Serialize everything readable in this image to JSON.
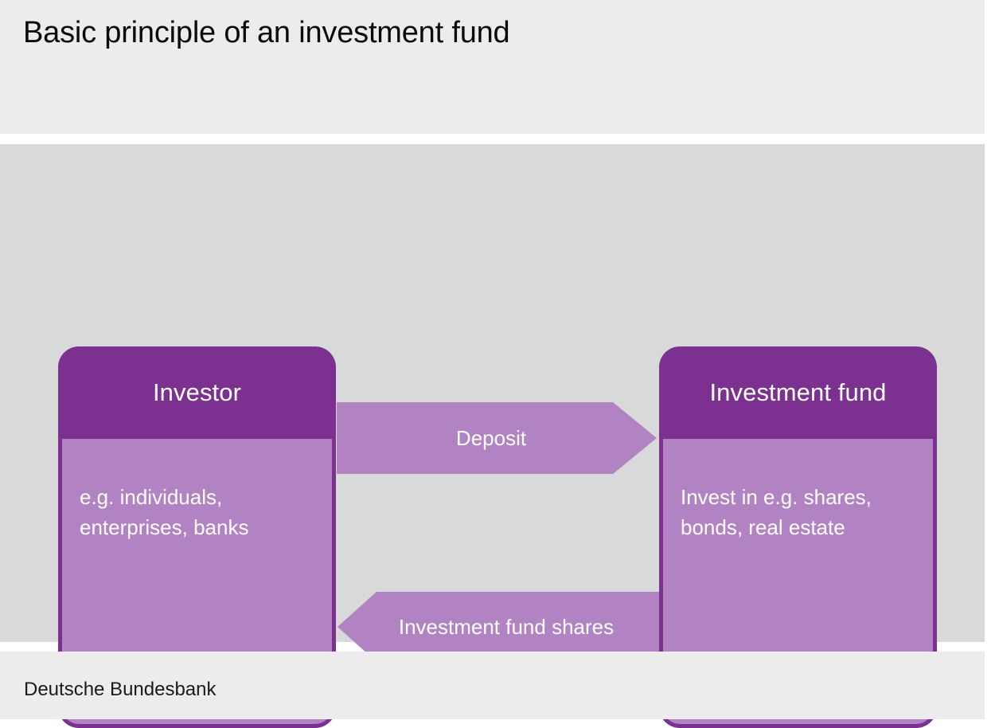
{
  "header": {
    "title": "Basic principle of an investment fund",
    "background_color": "#ececec"
  },
  "footer": {
    "source": "Deutsche Bundesbank",
    "background_color": "#ececec"
  },
  "canvas": {
    "background_color": "#d8d9d9"
  },
  "palette": {
    "dark_purple": "#7c3191",
    "light_purple": "#b183c2",
    "text_on_purple": "#ffffff",
    "title_text": "#0a0a0a"
  },
  "diagram": {
    "type": "flow",
    "nodes": [
      {
        "id": "investor",
        "title": "Investor",
        "description": "e.g. individuals,\nenterprises, banks",
        "header_color": "#7c3191",
        "body_color": "#b183c2"
      },
      {
        "id": "investment-fund",
        "title": "Investment fund",
        "description": "Invest in e.g. shares,\nbonds, real estate",
        "header_color": "#7c3191",
        "body_color": "#b183c2"
      }
    ],
    "edges": [
      {
        "id": "deposit",
        "label": "Deposit",
        "from": "investor",
        "to": "investment-fund",
        "direction": "right",
        "color": "#b183c2"
      },
      {
        "id": "investment-fund-shares",
        "label": "Investment fund shares",
        "from": "investment-fund",
        "to": "investor",
        "direction": "left",
        "color": "#b183c2"
      }
    ]
  }
}
